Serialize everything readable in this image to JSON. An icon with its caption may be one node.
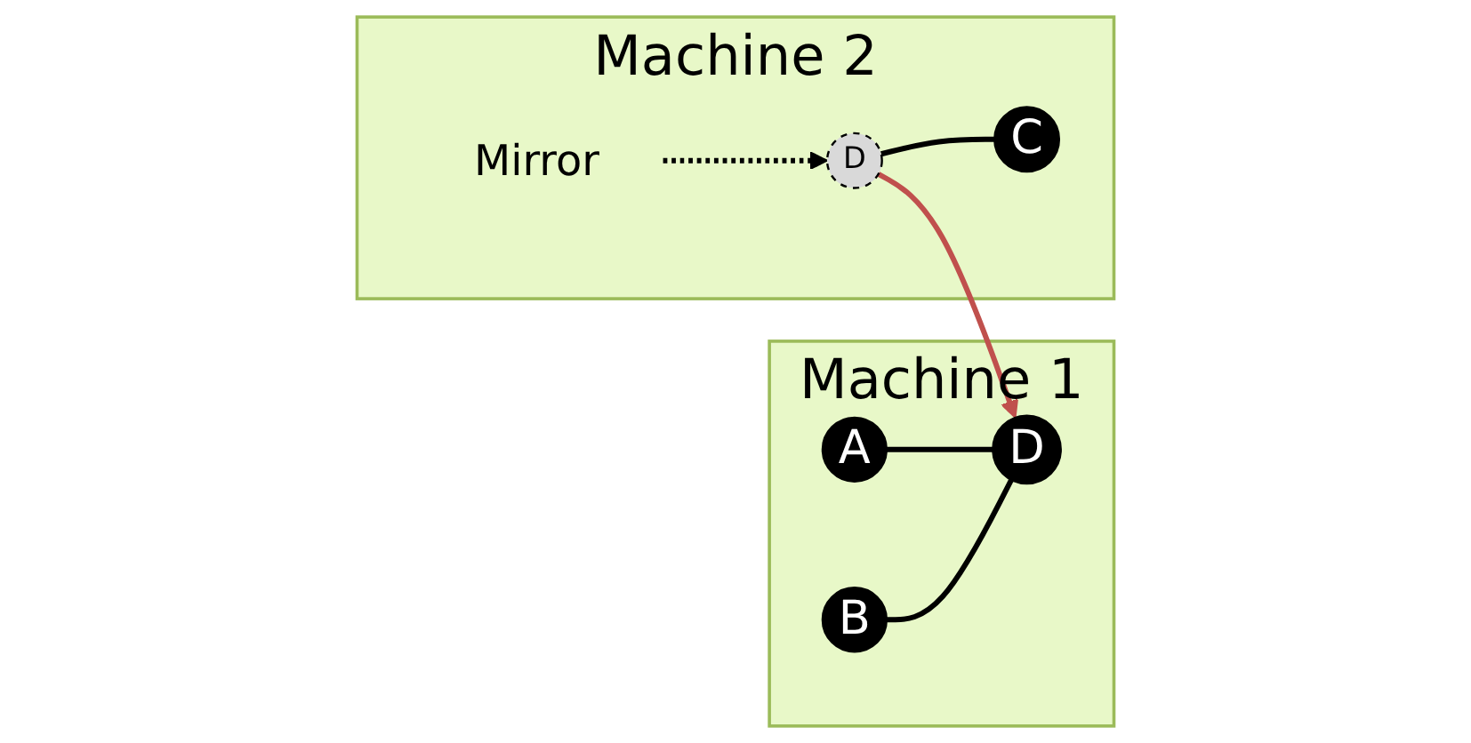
{
  "diagram": {
    "nodes": [
      {
        "text": [
          "Machine 1"
        ]
      },
      {
        "text": [
          "A"
        ],
        "in": 0
      },
      {
        "text": [
          "B"
        ],
        "in": 0
      },
      {
        "text": [
          "D"
        ],
        "in": 0
      },
      {
        "text": [
          "Machine 2"
        ]
      },
      {
        "text": [
          "D"
        ],
        "in": 4
      },
      {
        "text": [
          "C"
        ],
        "in": 4
      },
      {
        "text": [
          "Mirror"
        ],
        "in": 4
      }
    ],
    "edges": [
      {
        "from": 1,
        "to": 3,
        "arrow": "none"
      },
      {
        "from": 2,
        "to": 3,
        "arrow": "none"
      },
      {
        "from": 5,
        "to": 3,
        "arrow": "to",
        "color": "#c0504d"
      },
      {
        "from": 5,
        "to": 6,
        "arrow": "none"
      },
      {
        "from": 7,
        "to": 5,
        "arrow": "to",
        "style": "dashed"
      }
    ]
  }
}
